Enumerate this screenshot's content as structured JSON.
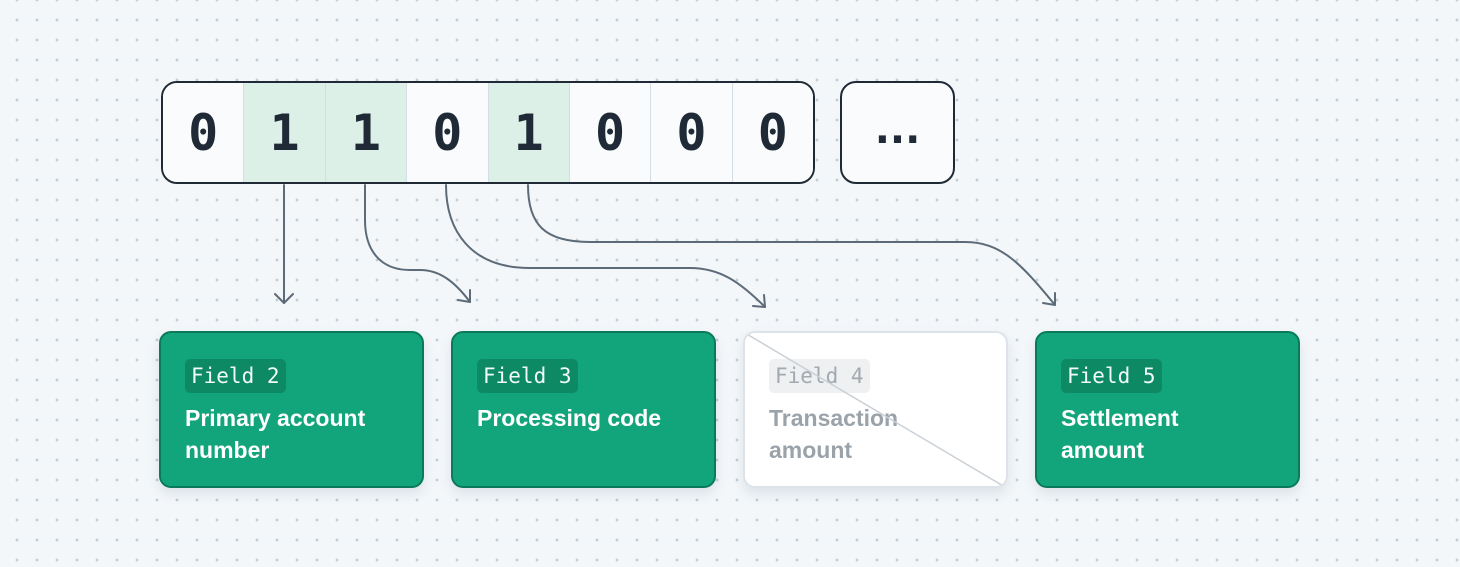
{
  "bitmap": {
    "bits": [
      "0",
      "1",
      "1",
      "0",
      "1",
      "0",
      "0",
      "0"
    ],
    "highlighted_indices": [
      1,
      2,
      4
    ],
    "overflow_label": "...",
    "highlight_color": "#dcf0e7",
    "border_color": "#1f2a36"
  },
  "fields": [
    {
      "tag": "Field 2",
      "title": "Primary account number",
      "present": true
    },
    {
      "tag": "Field 3",
      "title": "Processing code",
      "present": true
    },
    {
      "tag": "Field 4",
      "title": "Transaction amount",
      "present": false
    },
    {
      "tag": "Field 5",
      "title": "Settlement amount",
      "present": true
    }
  ],
  "colors": {
    "active_card": "#12a57b",
    "inactive_card": "#ffffff",
    "arrow": "#5d6b79",
    "background": "#f3f7fa"
  }
}
